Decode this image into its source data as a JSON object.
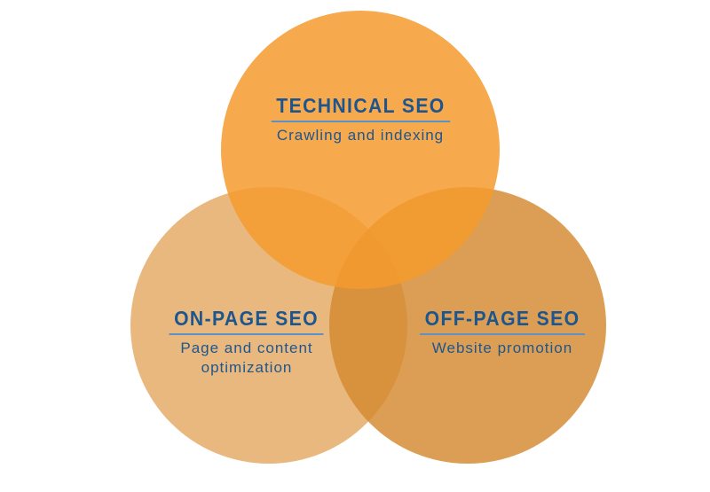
{
  "diagram": {
    "circles": [
      {
        "id": "technical",
        "title": "TECHNICAL SEO",
        "description": "Crawling and indexing",
        "color": "#F7A848"
      },
      {
        "id": "on-page",
        "title": "ON-PAGE SEO",
        "description_lines": [
          "Page and content",
          "optimization"
        ],
        "color": "#E9B87E"
      },
      {
        "id": "off-page",
        "title": "OFF-PAGE SEO",
        "description": "Website promotion",
        "color": "#D99A4A"
      }
    ]
  }
}
